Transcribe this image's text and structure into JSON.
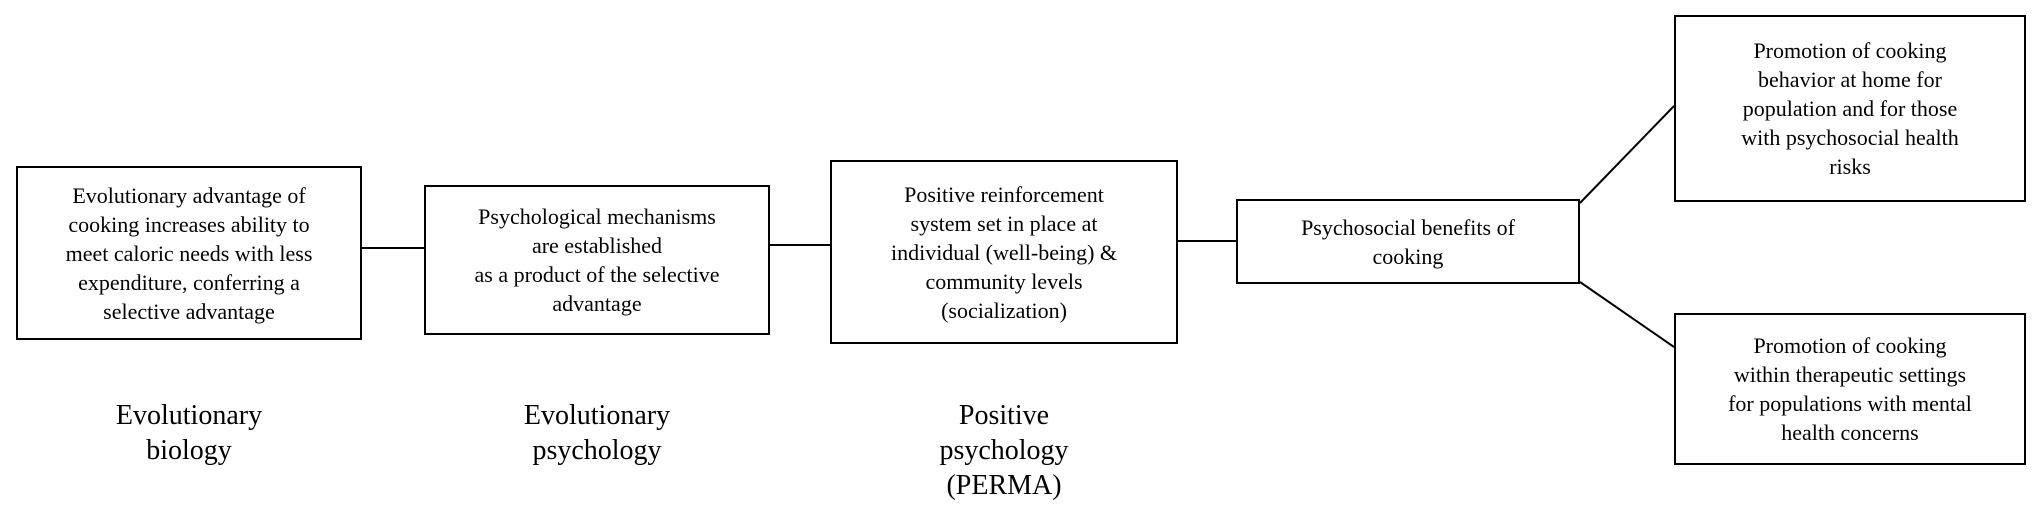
{
  "boxes": {
    "evolutionary_advantage": "Evolutionary advantage of\ncooking increases ability to\nmeet caloric needs with less\nexpenditure, conferring a\nselective advantage",
    "psychological_mechanisms": "Psychological mechanisms\nare established\nas a product of the selective\nadvantage",
    "positive_reinforcement": "Positive reinforcement\nsystem set in place at\nindividual (well-being) &\ncommunity levels\n(socialization)",
    "psychosocial_benefits": "Psychosocial benefits of\ncooking",
    "promotion_home": "Promotion of cooking\nbehavior at home for\npopulation and for those\nwith psychosocial health\nrisks",
    "promotion_therapeutic": "Promotion of cooking\nwithin therapeutic settings\nfor populations with mental\nhealth concerns"
  },
  "captions": {
    "evolutionary_biology": "Evolutionary\nbiology",
    "evolutionary_psychology": "Evolutionary\npsychology",
    "positive_psychology": "Positive\npsychology\n(PERMA)"
  }
}
